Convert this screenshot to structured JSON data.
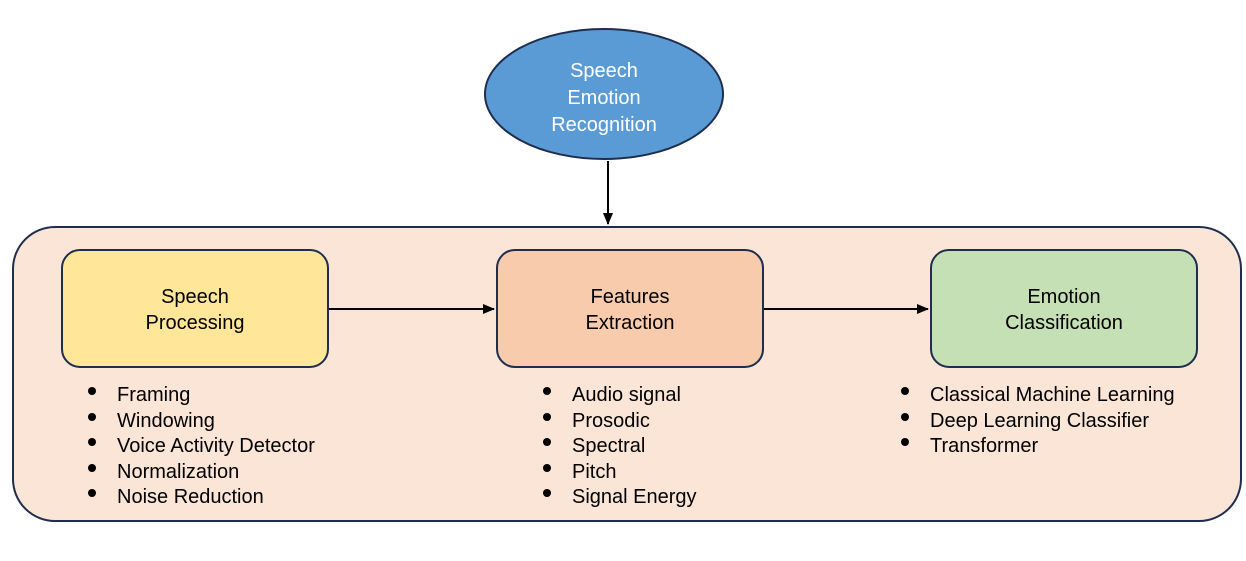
{
  "diagram": {
    "root": {
      "label_lines": [
        "Speech",
        "Emotion",
        "Recognition"
      ],
      "fill": "#5b9bd5"
    },
    "container_fill": "#fbe5d6",
    "stages": [
      {
        "id": "speech-processing",
        "label_lines": [
          "Speech",
          "Processing"
        ],
        "fill": "#ffe699",
        "items": [
          "Framing",
          "Windowing",
          "Voice Activity Detector",
          "Normalization",
          "Noise Reduction"
        ]
      },
      {
        "id": "features-extraction",
        "label_lines": [
          "Features",
          "Extraction"
        ],
        "fill": "#f8cbad",
        "items": [
          "Audio signal",
          "Prosodic",
          "Spectral",
          "Pitch",
          "Signal Energy"
        ]
      },
      {
        "id": "emotion-classification",
        "label_lines": [
          "Emotion",
          "Classification"
        ],
        "fill": "#c5e0b4",
        "items": [
          "Classical Machine Learning",
          "Deep Learning Classifier",
          "Transformer"
        ]
      }
    ],
    "stroke_color": "#1f2d4e"
  }
}
